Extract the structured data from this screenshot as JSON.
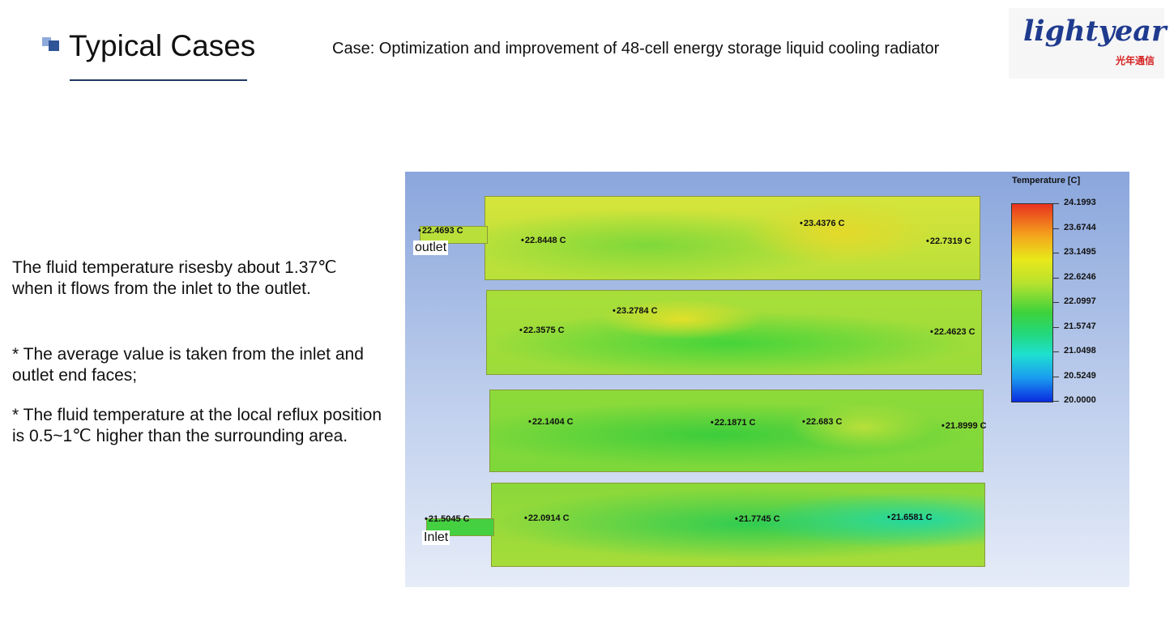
{
  "header": {
    "title": "Typical Cases",
    "case_text": "Case: Optimization and improvement of 48-cell energy storage liquid cooling radiator"
  },
  "logo": {
    "text": "lightyear",
    "chinese": "光年通信"
  },
  "body_text": {
    "p1": "The fluid temperature risesby about 1.37℃ when it flows from the inlet to the outlet.",
    "p2": "* The average value is taken from the inlet and outlet end faces;",
    "p3": "* The fluid temperature at the local reflux position is 0.5~1℃ higher than the surrounding area."
  },
  "simulation": {
    "outlet_label": "outlet",
    "inlet_label": "Inlet",
    "probes": [
      "22.4693 C",
      "22.8448 C",
      "23.4376 C",
      "22.7319 C",
      "23.2784 C",
      "22.3575 C",
      "22.4623 C",
      "22.1404 C",
      "22.1871 C",
      "22.683 C",
      "21.8999 C",
      "21.5045 C",
      "22.0914 C",
      "21.7745 C",
      "21.6581 C"
    ],
    "legend": {
      "title": "Temperature [C]",
      "values": [
        "24.1993",
        "23.6744",
        "23.1495",
        "22.6246",
        "22.0997",
        "21.5747",
        "21.0498",
        "20.5249",
        "20.0000"
      ]
    },
    "colors": {
      "hot": "#e8321e",
      "warm": "#e8e81a",
      "mid": "#3cd23c",
      "cool": "#1ee0d0",
      "cold": "#0a2ae0"
    }
  }
}
